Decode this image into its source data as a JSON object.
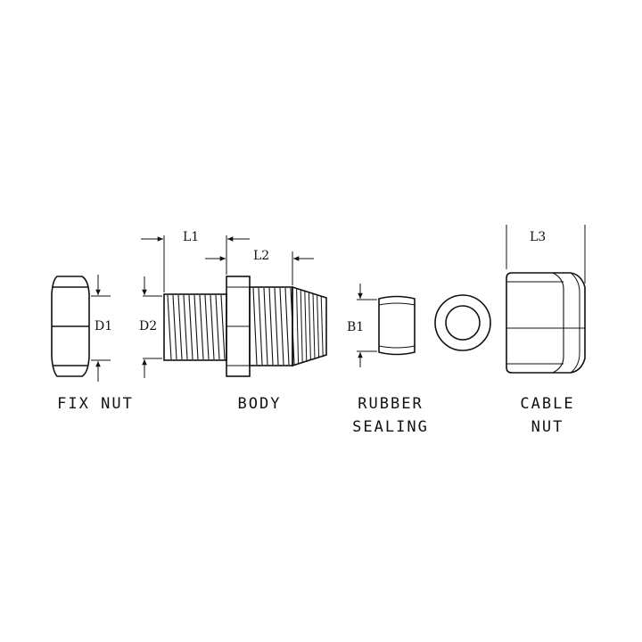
{
  "dimensions": {
    "L1": "L1",
    "L2": "L2",
    "L3": "L3",
    "D1": "D1",
    "D2": "D2",
    "B1": "B1"
  },
  "captions": {
    "fix_nut": "FIX NUT",
    "body": "BODY",
    "rubber_sealing_line1": "RUBBER",
    "rubber_sealing_line2": "SEALING",
    "cable_nut_line1": "CABLE",
    "cable_nut_line2": "NUT"
  },
  "colors": {
    "line": "#111111",
    "background": "#ffffff"
  }
}
